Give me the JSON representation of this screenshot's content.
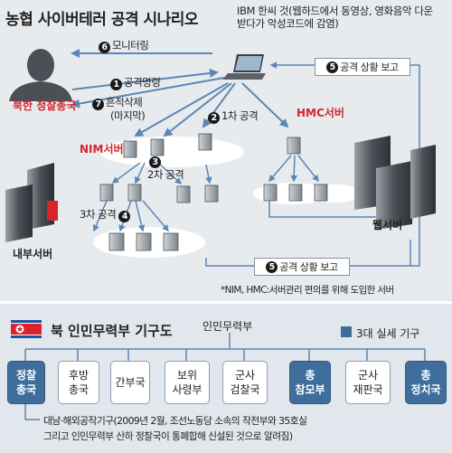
{
  "diagram": {
    "title": "농협 사이버테러 공격 시나리오",
    "ibm_note": [
      "IBM 한씨 것(웹하드에서 동영상, 영화음악 다운",
      "받다가 악성코드에 감염)"
    ],
    "attacker": "북한 정찰총국",
    "steps": {
      "s6": {
        "num": "6",
        "text": "모니터링"
      },
      "s1": {
        "num": "1",
        "text": "공격명령"
      },
      "s7": {
        "num": "7",
        "text": "흔적삭제",
        "sub": "(마지막)"
      },
      "s2": {
        "num": "2",
        "text": "1차 공격"
      },
      "s3": {
        "num": "3",
        "text": "2차 공격"
      },
      "s4": {
        "num": "4",
        "text": "3차 공격"
      },
      "s5a": {
        "num": "5",
        "text": "공격 상황 보고"
      },
      "s5b": {
        "num": "5",
        "text": "공격 상황 보고"
      }
    },
    "nim_server": "NIM서버",
    "hmc_server": "HMC서버",
    "internal_server": "내부서버",
    "web_server": "웹서버",
    "footnote": "*NIM, HMC:서버관리 편의를 위해 도입한 서버"
  },
  "org": {
    "title": "북 인민무력부 기구도",
    "root": "인민무력부",
    "legend": "3대 실세 기구",
    "colors": {
      "highlight": "#3f6e9c",
      "normal": "#ffffff"
    },
    "units": [
      {
        "line1": "정찰",
        "line2": "총국",
        "highlight": true
      },
      {
        "line1": "후방",
        "line2": "총국",
        "highlight": false
      },
      {
        "line1": "간부국",
        "line2": "",
        "highlight": false
      },
      {
        "line1": "보위",
        "line2": "사령부",
        "highlight": false
      },
      {
        "line1": "군사",
        "line2": "검찰국",
        "highlight": false
      },
      {
        "line1": "총",
        "line2": "참모부",
        "highlight": true
      },
      {
        "line1": "군사",
        "line2": "재판국",
        "highlight": false
      },
      {
        "line1": "총",
        "line2": "정치국",
        "highlight": true
      }
    ],
    "note": [
      "대남·해외공작기구(2009년 2월, 조선노동당 소속의 작전부와 35호실",
      "그리고 인민무력부 산하 정찰국이 통폐합해 신설된 것으로 알려짐)"
    ]
  }
}
